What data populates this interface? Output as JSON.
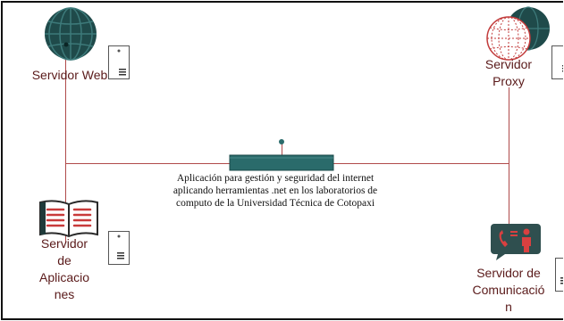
{
  "nodes": {
    "web": {
      "label": "Servidor Web",
      "icon": "globe-icon"
    },
    "proxy": {
      "label_lines": [
        "Servidor",
        "Proxy"
      ],
      "icon": "proxy-globe-icon"
    },
    "apps": {
      "label_lines": [
        "Servidor",
        "de",
        "Aplicacio",
        "nes"
      ],
      "icon": "open-book-icon"
    },
    "comm": {
      "label_lines": [
        "Servidor de",
        "Comunicació",
        "n"
      ],
      "icon": "communication-icon"
    }
  },
  "hub": {
    "caption_lines": [
      "Aplicación para gestión y seguridad del internet",
      "aplicando herramientas .net en los laboratorios de",
      "computo de la Universidad Técnica de Cotopaxi"
    ],
    "icon": "network-switch-icon"
  },
  "colors": {
    "line": "#b04a4a",
    "label_text": "#5a1a1a",
    "globe": "#1f4a4a",
    "hub": "#2a6b6b",
    "proxy": "#c23b3b",
    "book": "#c83a3a",
    "comm": "#2f4f4f"
  }
}
